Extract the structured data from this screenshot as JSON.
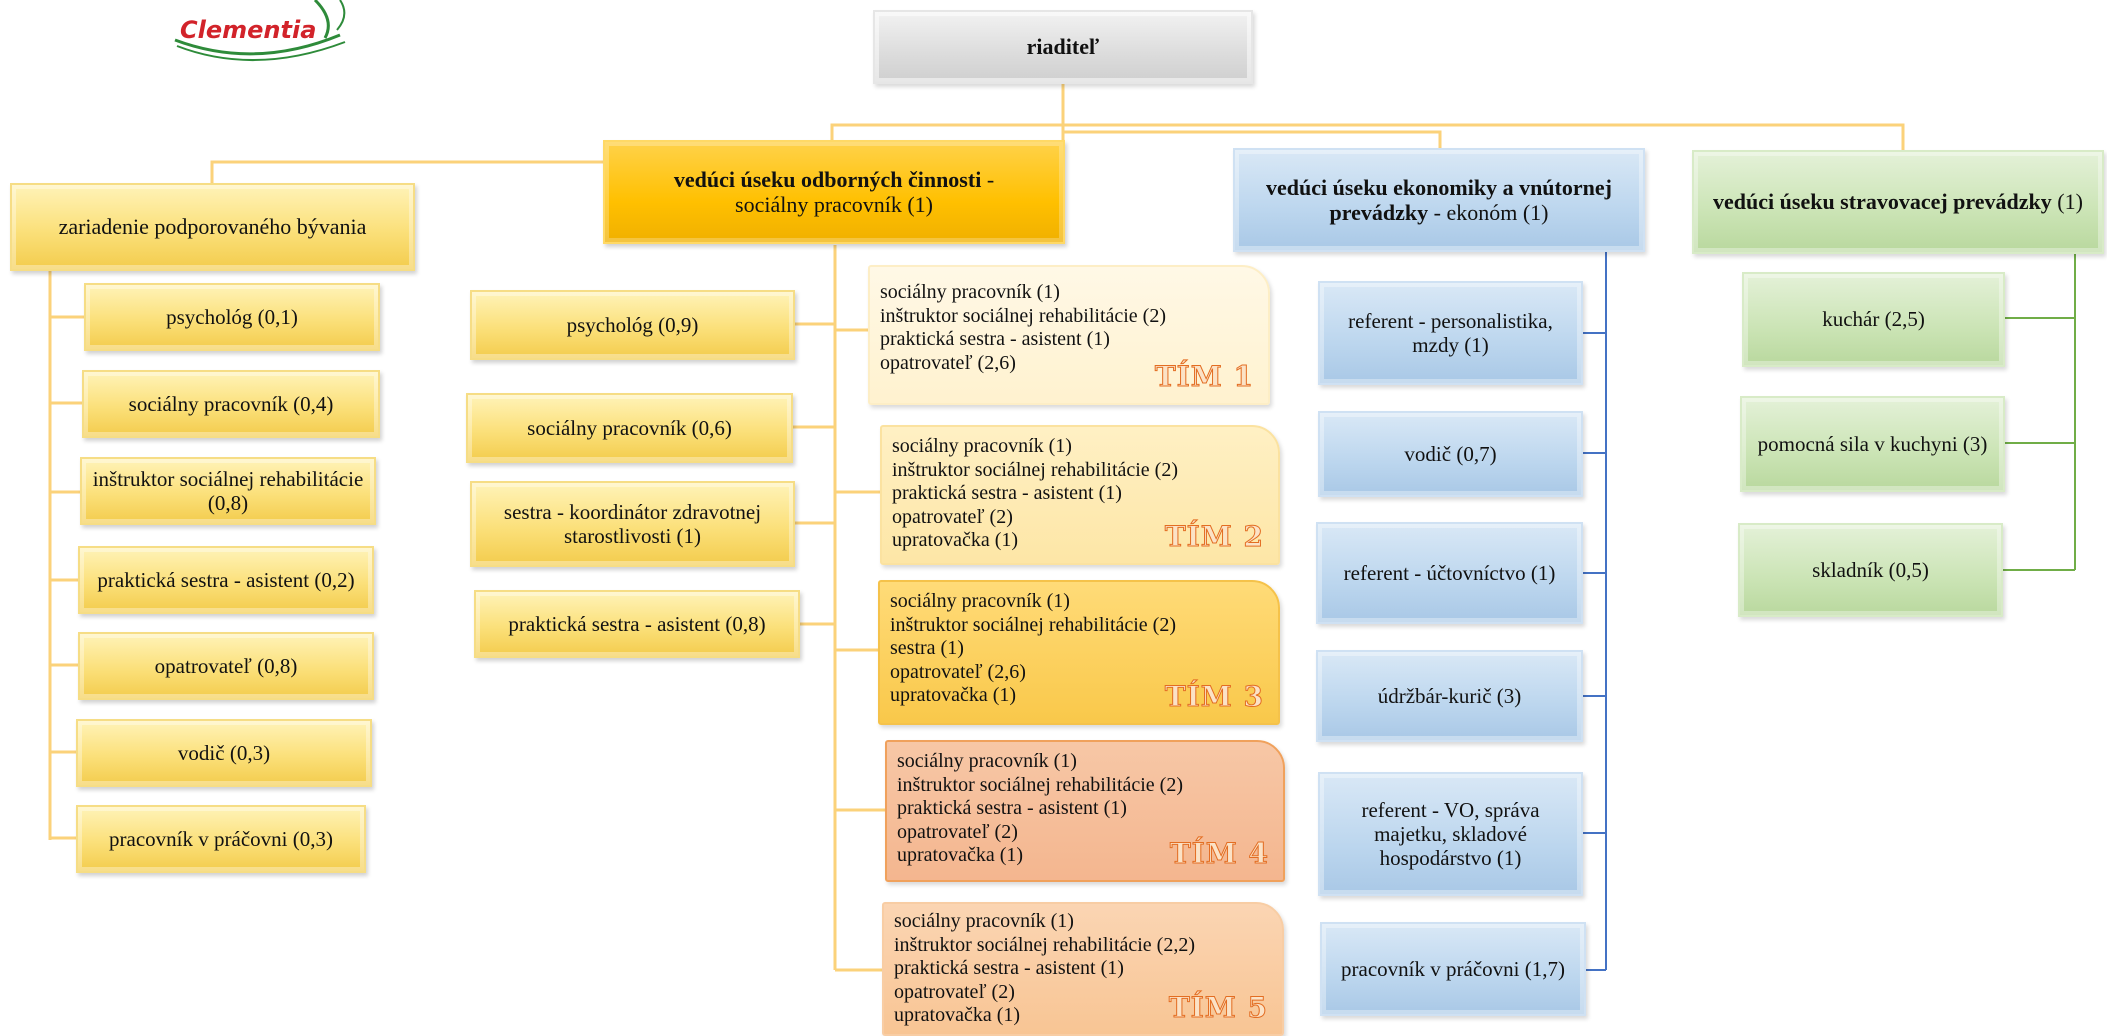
{
  "logo": {
    "text": "Clementia",
    "colors": {
      "text": "#d2232a",
      "swoosh": "#2e8b3a"
    }
  },
  "director": {
    "title": "riaditeľ"
  },
  "left_unit": {
    "title": "zariadenie podporovaného bývania",
    "items": [
      "psychológ (0,1)",
      "sociálny  pracovník (0,4)",
      "inštruktor sociálnej rehabilitácie (0,8)",
      "praktická sestra - asistent (0,2)",
      "opatrovateľ (0,8)",
      "vodič  (0,3)",
      "pracovník v práčovni (0,3)"
    ]
  },
  "professional_section": {
    "title_bold": "vedúci úseku  odborných činnosti",
    "title_rest": "sociálny pracovník (1)",
    "staff": [
      "psychológ (0,9)",
      "sociálny pracovník (0,6)",
      "sestra -  koordinátor zdravotnej starostlivosti (1)",
      "praktická sestra - asistent  (0,8)"
    ],
    "teams": [
      {
        "tag": "TÍM 1",
        "lines": [
          "sociálny pracovník  (1)",
          "inštruktor sociálnej rehabilitácie (2)",
          "praktická sestra - asistent (1)",
          "opatrovateľ    (2,6)"
        ]
      },
      {
        "tag": "TÍM 2",
        "lines": [
          "sociálny pracovník (1)",
          "inštruktor sociálnej rehabilitácie (2)",
          "praktická sestra - asistent (1)",
          "opatrovateľ (2)",
          "upratovačka (1)"
        ]
      },
      {
        "tag": "TÍM 3",
        "lines": [
          "sociálny pracovník (1)",
          "inštruktor sociálnej rehabilitácie (2)",
          "sestra  (1)",
          "opatrovateľ  (2,6)",
          "upratovačka  (1)"
        ]
      },
      {
        "tag": "TÍM 4",
        "lines": [
          "sociálny pracovník (1)",
          "inštruktor sociálnej rehabilitácie (2)",
          "praktická sestra - asistent (1)",
          "opatrovateľ (2)",
          "upratovačka  (1)"
        ]
      },
      {
        "tag": "TÍM 5",
        "lines": [
          "sociálny pracovník (1)",
          "inštruktor sociálnej rehabilitácie (2,2)",
          "praktická sestra - asistent (1)",
          "opatrovateľ  (2)",
          "upratovačka  (1)"
        ]
      }
    ]
  },
  "economics_section": {
    "title_bold": "vedúci úseku  ekonomiky a vnútornej prevádzky",
    "title_rest": "- ekonóm (1)",
    "items": [
      "referent - personalistika, mzdy (1)",
      "vodič (0,7)",
      "referent - účtovníctvo (1)",
      "údržbár-kurič (3)",
      "referent - VO, správa majetku, skladové hospodárstvo (1)",
      "pracovník v práčovni (1,7)"
    ]
  },
  "catering_section": {
    "title_bold": "vedúci úseku stravovacej prevádzky",
    "title_rest": "(1)",
    "items": [
      "kuchár (2,5)",
      "pomocná sila v kuchyni (3)",
      "skladník (0,5)"
    ]
  },
  "colors": {
    "connector_yellow": "#fbd27a",
    "connector_blue": "#4472c4",
    "connector_green": "#70ad47"
  }
}
